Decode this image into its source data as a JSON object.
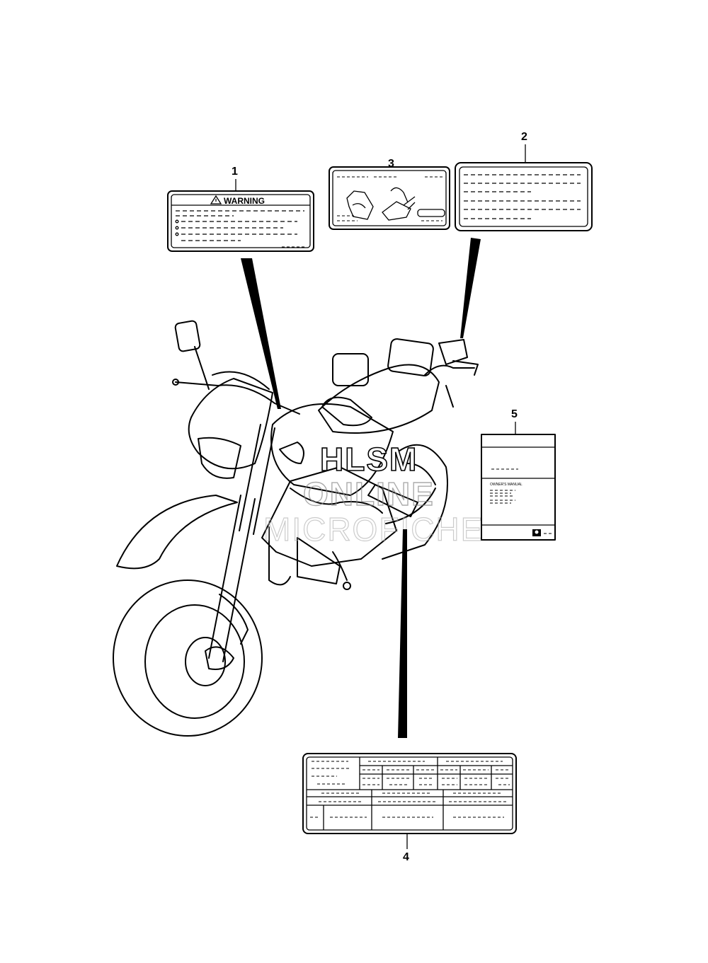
{
  "callouts": [
    {
      "number": "1",
      "part": "warning-label"
    },
    {
      "number": "2",
      "part": "info-label"
    },
    {
      "number": "3",
      "part": "pictogram-label"
    },
    {
      "number": "4",
      "part": "tire-info-table-label"
    },
    {
      "number": "5",
      "part": "owners-manual"
    }
  ],
  "label1": {
    "heading": "WARNING"
  },
  "manual": {
    "title": "OWNER'S MANUAL"
  },
  "watermark": {
    "line1": "HLSM",
    "line2": "ONLINE",
    "line3": "MICROFICHE"
  },
  "colors": {
    "ink": "#000000",
    "paper": "#ffffff",
    "watermark_grey": "#888888"
  }
}
